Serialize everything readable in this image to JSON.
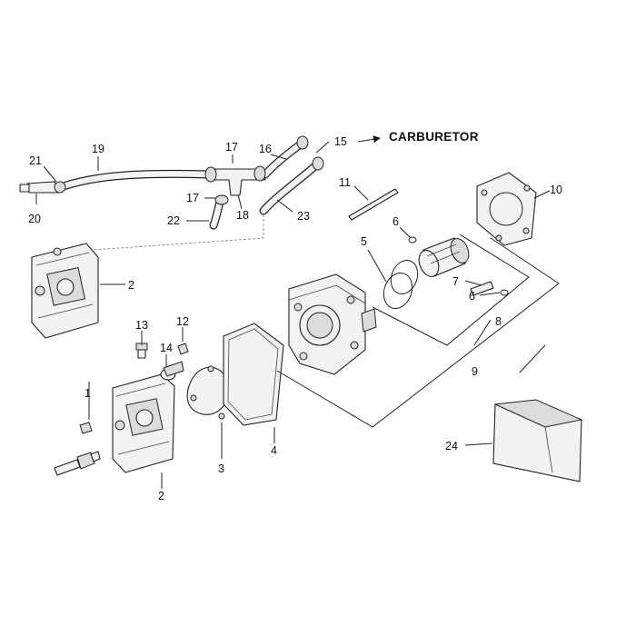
{
  "header": {
    "label": "CARBURETOR"
  },
  "callouts": {
    "c1": "1",
    "c2a": "2",
    "c2b": "2",
    "c3": "3",
    "c4": "4",
    "c5": "5",
    "c6a": "6",
    "c6b": "6",
    "c7": "7",
    "c8": "8",
    "c9": "9",
    "c10": "10",
    "c11": "11",
    "c12": "12",
    "c13": "13",
    "c14": "14",
    "c15": "15",
    "c16": "16",
    "c17a": "17",
    "c17b": "17",
    "c18": "18",
    "c19": "19",
    "c20": "20",
    "c21": "21",
    "c22": "22",
    "c23": "23",
    "c24": "24"
  }
}
